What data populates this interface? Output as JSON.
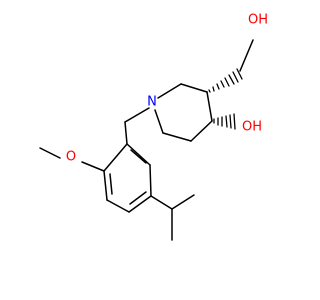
{
  "molecule": {
    "atoms": {
      "hydroxymethyl_oxygen": "OH",
      "ring_hydroxyl": "OH",
      "nitrogen": "N",
      "methoxy_oxygen": "O"
    },
    "colors": {
      "bond": "#000000",
      "oxygen": "#ff0000",
      "nitrogen": "#0000ff",
      "background": "#ffffff"
    }
  }
}
